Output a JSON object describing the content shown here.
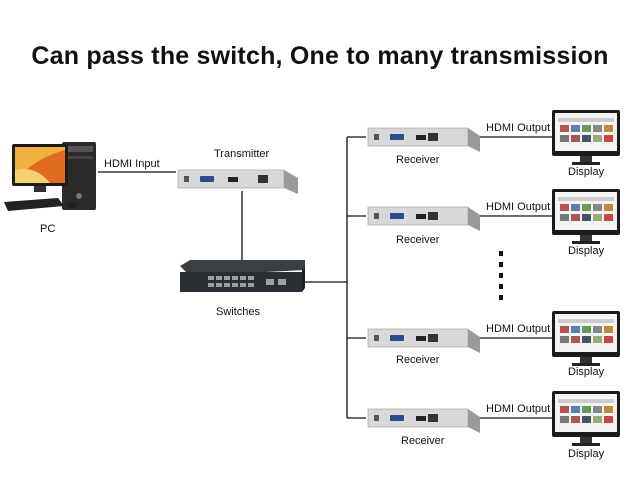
{
  "title": "Can pass the switch, One to many transmission",
  "labels": {
    "pc": "PC",
    "hdmi_input": "HDMI Input",
    "transmitter": "Transmitter",
    "switches": "Switches",
    "receiver": "Receiver",
    "hdmi_output": "HDMI Output",
    "display": "Display"
  },
  "colors": {
    "line": "#111111",
    "device_body": "#dcdcdc",
    "device_front": "#bfbfbf",
    "switch_body": "#2b2f33",
    "screen_bezel": "#1a1a1a",
    "pc_screen": "#f0b040"
  }
}
